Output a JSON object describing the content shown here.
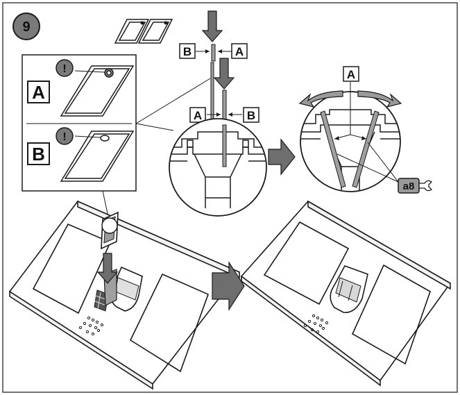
{
  "step": {
    "number": "9"
  },
  "callout": {
    "panel_a_label": "A",
    "panel_b_label": "B",
    "warning_symbol": "!"
  },
  "section_top": {
    "left_label": "B",
    "right_label": "A"
  },
  "section_bottom": {
    "left_label": "A",
    "right_label": "B"
  },
  "detail": {
    "top_label": "A",
    "tool_label": "a8",
    "tool_icon": "wrench-icon"
  },
  "colors": {
    "line": "#1a1a1a",
    "step_badge": "#7a7a7a",
    "arrow_fill": "#6e6e6e",
    "arrow_light": "#9a9a9a",
    "part_grey": "#a0a0a0",
    "border": "#444444"
  }
}
